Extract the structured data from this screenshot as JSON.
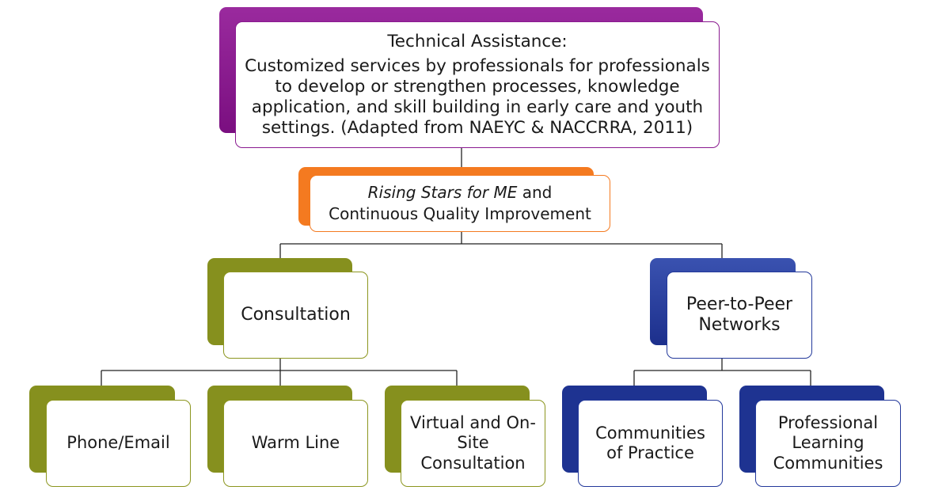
{
  "top": {
    "title": "Technical Assistance:",
    "body": "Customized services by professionals for professionals to develop or strengthen processes, knowledge application, and skill building in early care and youth settings. (Adapted from NAEYC & NACCRRA, 2011)"
  },
  "middle": {
    "italic": "Rising Stars for ME",
    "after_italic": " and",
    "line2": "Continuous Quality Improvement"
  },
  "consultation": {
    "label": "Consultation",
    "children": [
      "Phone/Email",
      "Warm Line",
      "Virtual and On-Site Consultation"
    ]
  },
  "peer": {
    "label": "Peer-to-Peer Networks",
    "children": [
      "Communities of Practice",
      "Professional Learning Communities"
    ]
  },
  "colors": {
    "purple": "#8a1a90",
    "orange": "#f47a20",
    "olive": "#8c961f",
    "navy": "#23399b"
  }
}
